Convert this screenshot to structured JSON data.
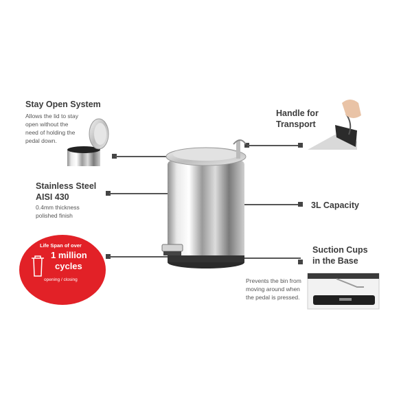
{
  "features": {
    "stay_open": {
      "title": "Stay Open System",
      "desc": [
        "Allows the lid to stay",
        "open without the",
        "need of holding the",
        "pedal down."
      ]
    },
    "stainless": {
      "title": [
        "Stainless Steel",
        "AISI 430"
      ],
      "desc": [
        "0.4mm thickness",
        "polished finish"
      ]
    },
    "lifespan": {
      "line1": "Life Span of over",
      "big1": "1 million",
      "big2": "cycles",
      "sub": "opening / closing"
    },
    "handle": {
      "title": [
        "Handle for",
        "Transport"
      ]
    },
    "capacity": {
      "title": "3L Capacity"
    },
    "suction": {
      "title": [
        "Suction Cups",
        "in the Base"
      ],
      "desc": [
        "Prevents the bin from",
        "moving around when",
        "the pedal is pressed."
      ]
    }
  },
  "colors": {
    "accent": "#e22127",
    "text": "#3b3b3b",
    "connector": "#555555"
  }
}
